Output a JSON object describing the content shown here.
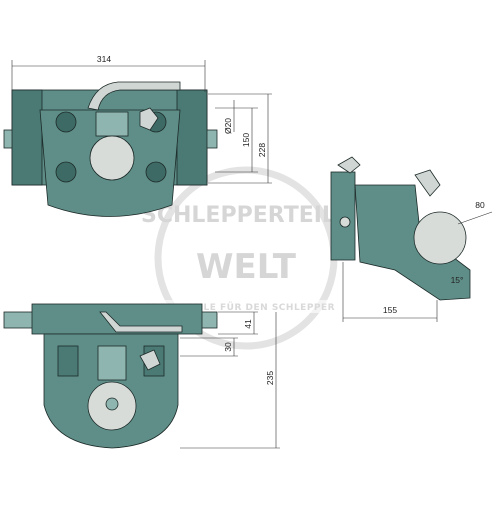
{
  "dimensions": {
    "top_width": "314",
    "pin_diameter": "Ø20",
    "pin_spacing": "150",
    "plate_height": "228",
    "ball_size": "80",
    "side_depth": "155",
    "angle_label": "15°",
    "offset_41": "41",
    "offset_30": "30",
    "total_height": "235"
  },
  "watermark": {
    "line1": "SCHLEPPERTEILE",
    "line2": "WELT",
    "sub": "ERSATZTEILE FÜR DEN SCHLEPPER"
  },
  "colors": {
    "body": "#5f8e88",
    "body_dark": "#2f5a55",
    "body_light": "#8fb5b0",
    "ball": "#d8dcd9",
    "line": "#1c2a28",
    "dim": "#333333"
  }
}
